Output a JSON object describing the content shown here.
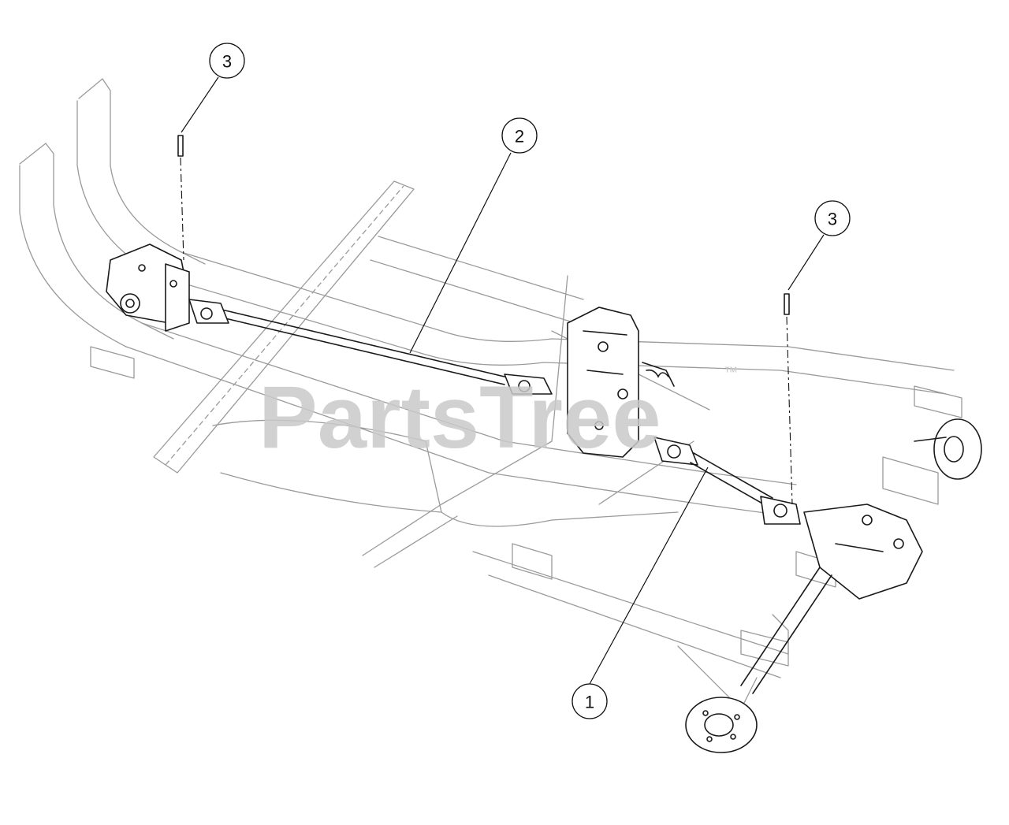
{
  "watermark": {
    "brand": "PartsTree",
    "trademark": "™"
  },
  "callouts": [
    {
      "id": "callout-3-left",
      "label": "3"
    },
    {
      "id": "callout-2",
      "label": "2"
    },
    {
      "id": "callout-3-right",
      "label": "3"
    },
    {
      "id": "callout-1",
      "label": "1"
    }
  ]
}
